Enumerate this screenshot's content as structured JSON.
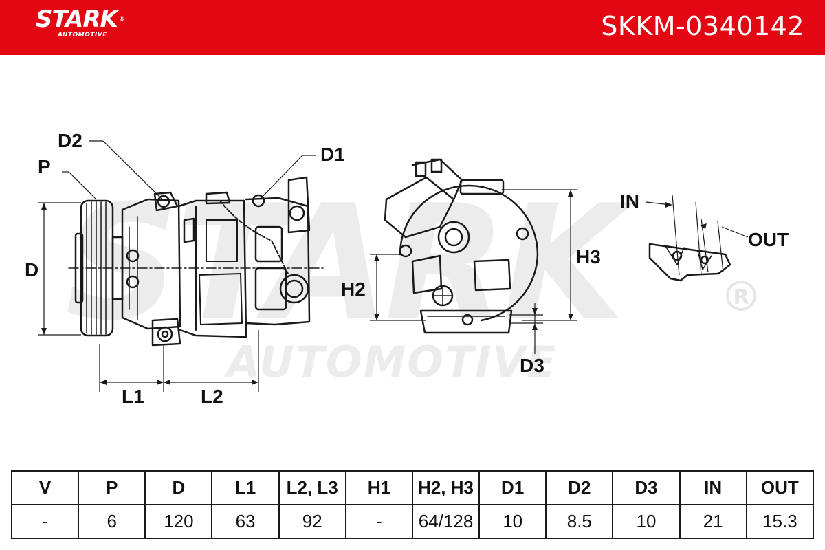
{
  "header": {
    "brand": "STARK",
    "brand_mark": "®",
    "brand_sub": "AUTOMOTIVE",
    "part_number": "SKKM-0340142",
    "color": "#e30613"
  },
  "watermark": {
    "text_top": "STARK",
    "text_bottom": "AUTOMOTIVE",
    "mark": "®"
  },
  "diagram_labels": {
    "p": "P",
    "d": "D",
    "d1": "D1",
    "d2": "D2",
    "l1": "L1",
    "l2": "L2",
    "h2": "H2",
    "h3": "H3",
    "d3": "D3",
    "in": "IN",
    "out": "OUT"
  },
  "specs": {
    "headers": [
      "V",
      "P",
      "D",
      "L1",
      "L2, L3",
      "H1",
      "H2, H3",
      "D1",
      "D2",
      "D3",
      "IN",
      "OUT"
    ],
    "values": [
      "-",
      "6",
      "120",
      "63",
      "92",
      "-",
      "64/128",
      "10",
      "8.5",
      "10",
      "21",
      "15.3"
    ]
  }
}
